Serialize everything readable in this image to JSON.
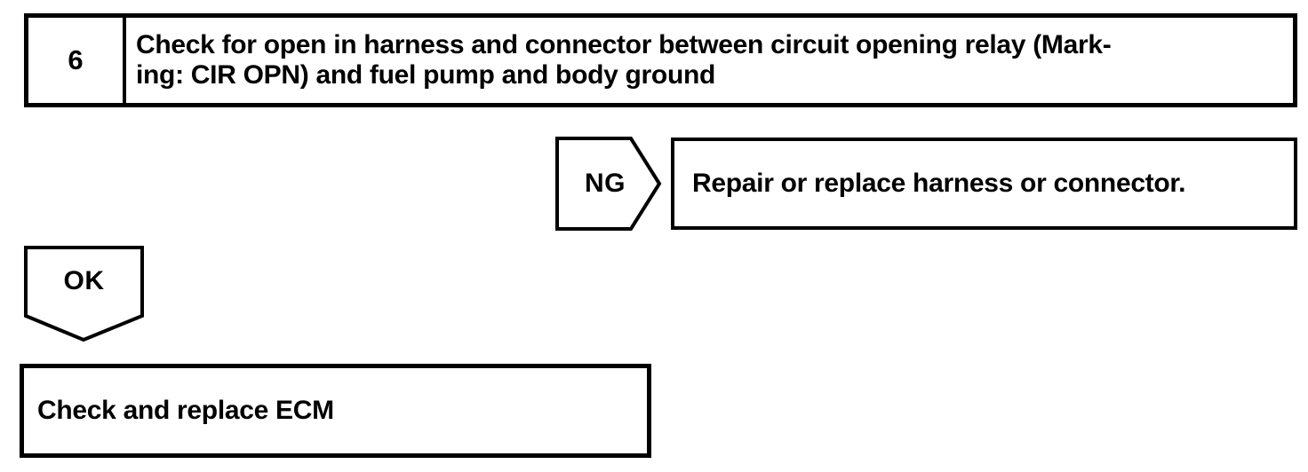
{
  "page": {
    "background_color": "#ffffff",
    "ink_color": "#000000"
  },
  "step": {
    "number": "6",
    "instruction": "Check for open in harness and connector between circuit opening relay (Marking: CIR OPN) and fuel pump and body ground",
    "lines": [
      "Check for open in harness and connector between circuit opening relay (Mark-",
      "ing: CIR OPN) and fuel pump and body ground"
    ]
  },
  "ng": {
    "label": "NG",
    "action": "Repair or replace harness or connector."
  },
  "ok": {
    "label": "OK",
    "action": "Check and replace ECM"
  }
}
